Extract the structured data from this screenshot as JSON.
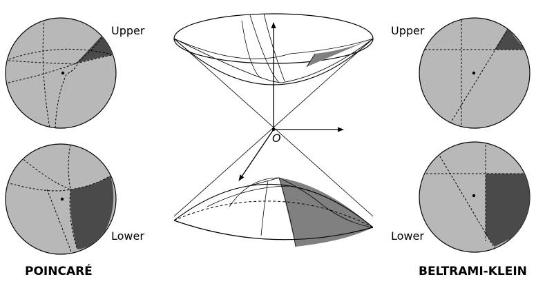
{
  "labels": {
    "upper": "Upper",
    "lower": "Lower",
    "origin": "O",
    "poincare": "POINCARÉ",
    "klein": "BELTRAMI-KLEIN"
  },
  "colors": {
    "disk_fill": "#b8b8b8",
    "region_fill": "#4a4a4a",
    "sheet_fill": "#808080",
    "line": "#000000"
  }
}
